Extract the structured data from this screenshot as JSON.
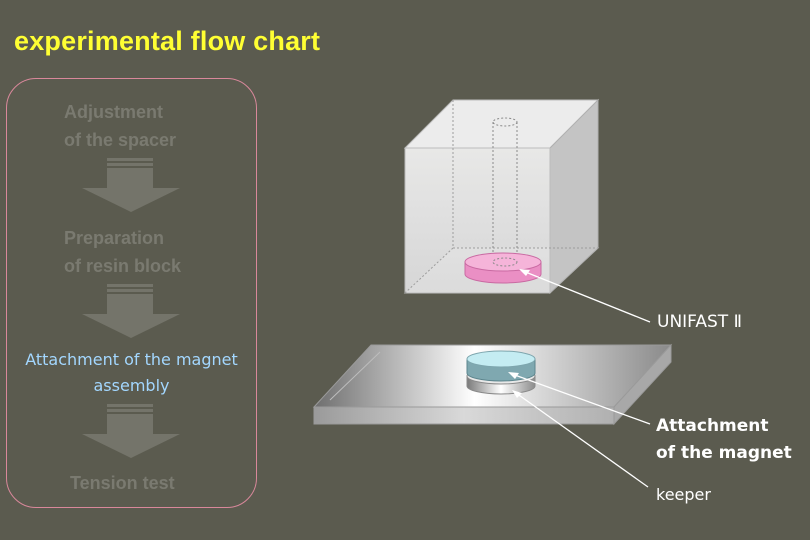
{
  "title": "experimental flow chart",
  "flow": {
    "steps": [
      {
        "line1": "Adjustment",
        "line2": "of the spacer"
      },
      {
        "line1": "Preparation",
        "line2": "of resin block"
      },
      {
        "line1": "Attachment of the magnet",
        "line2": "assembly"
      },
      {
        "line1": "Tension test"
      }
    ],
    "active_step": 3
  },
  "labels": {
    "unifast": "UNIFAST Ⅱ",
    "attachment_line1": "Attachment",
    "attachment_line2": "of the magnet",
    "keeper": "keeper"
  },
  "colors": {
    "background": "#5b5b4f",
    "title": "#ffff33",
    "active_step": "#a3d7ff",
    "inactive_step": "#7a7a70",
    "flow_border": "#d9889b",
    "resin_disc": "#f2a6d3",
    "magnet_disc": "#bfe6ee"
  }
}
